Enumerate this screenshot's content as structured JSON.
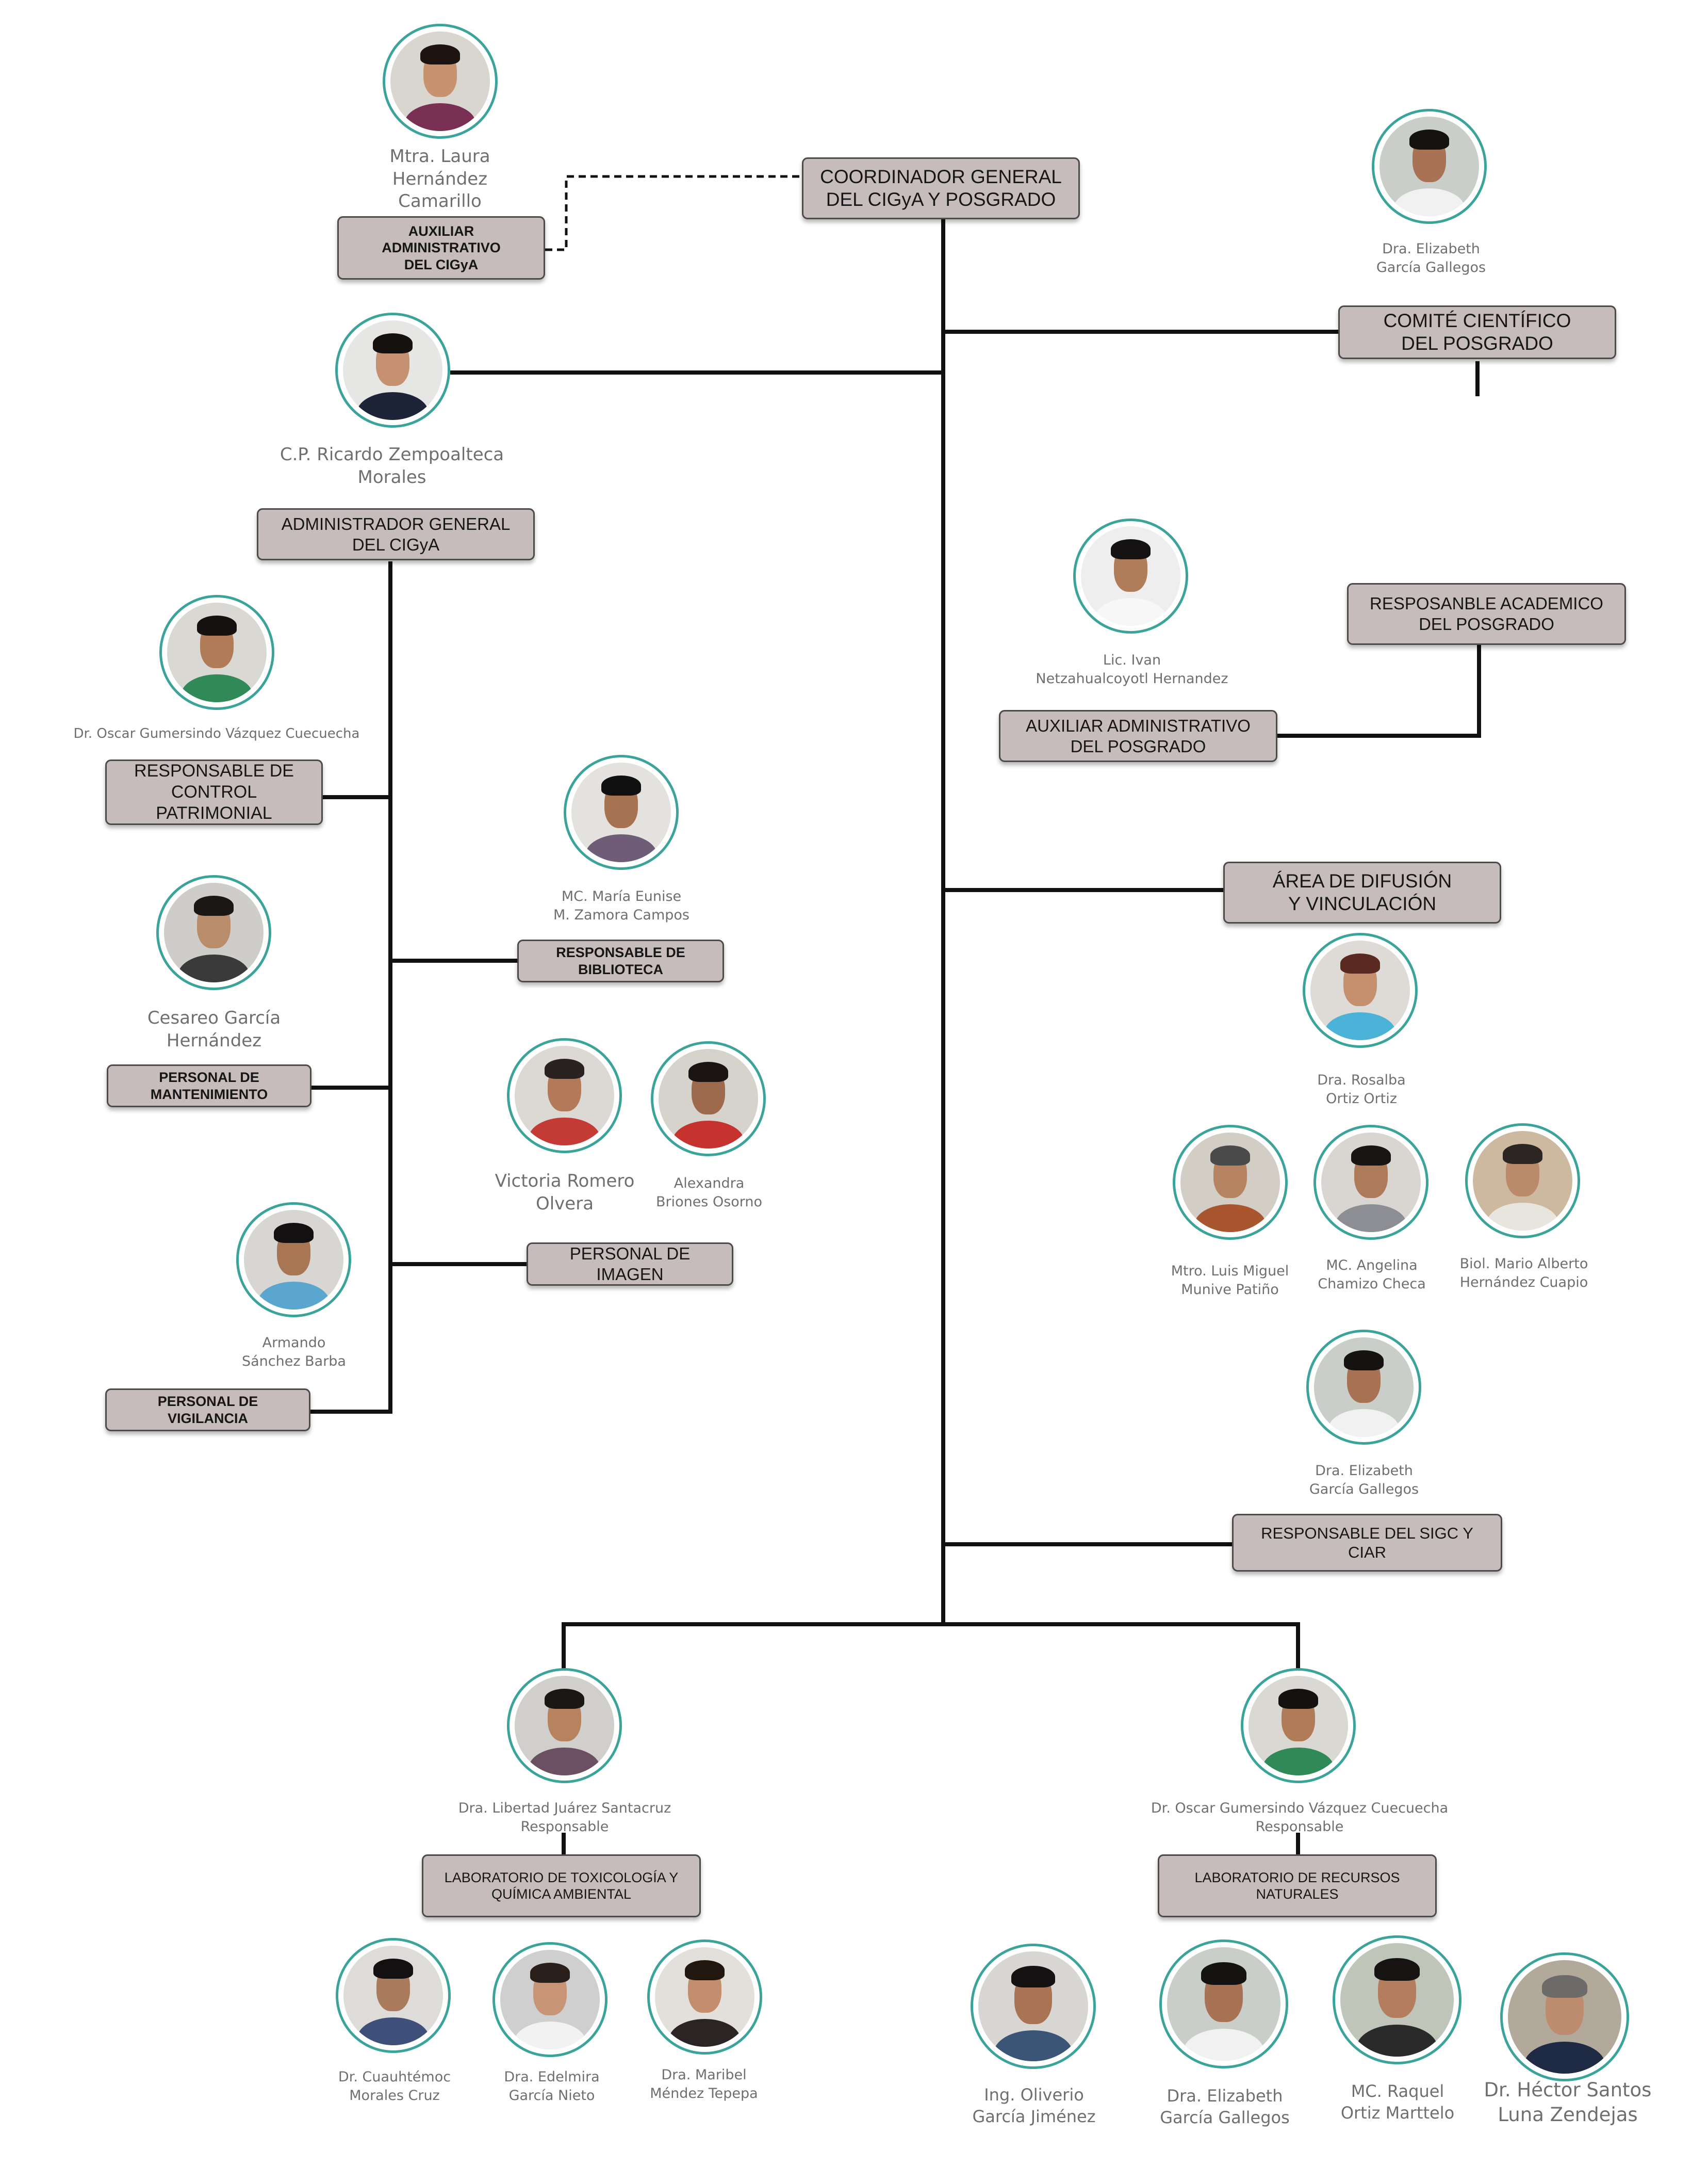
{
  "colors": {
    "line": "#111111",
    "box_fill": "#c6bcbc",
    "box_border": "#4f4a4a",
    "photo_ring": "#3aa39a",
    "name_text": "#6f6f6f"
  },
  "units": {
    "coordinador": "COORDINADOR GENERAL\nDEL CIGyA Y POSGRADO",
    "auxiliar_cigya": "AUXILIAR\nADMINISTRATIVO\nDEL CIGyA",
    "administrador": "ADMINISTRADOR GENERAL\nDEL CIGyA",
    "control_patrimonial": "RESPONSABLE DE\nCONTROL PATRIMONIAL",
    "biblioteca": "RESPONSABLE DE\nBIBLIOTECA",
    "mantenimiento": "PERSONAL DE\nMANTENIMIENTO",
    "imagen": "PERSONAL DE IMAGEN",
    "vigilancia": "PERSONAL DE\nVIGILANCIA",
    "comite": "COMITÉ CIENTÍFICO\nDEL POSGRADO",
    "resp_academico": "RESPOSANBLE ACADEMICO\nDEL POSGRADO",
    "aux_posgrado": "AUXILIAR ADMINISTRATIVO\nDEL POSGRADO",
    "difusion": "ÁREA DE DIFUSIÓN\nY VINCULACIÓN",
    "sigc": "RESPONSABLE DEL SIGC Y CIAR",
    "lab_toxicologia": "LABORATORIO DE TOXICOLOGÍA Y\nQUÍMICA AMBIENTAL",
    "lab_recursos": "LABORATORIO DE RECURSOS\nNATURALES"
  },
  "people": {
    "laura": "Mtra. Laura\nHernández\nCamarillo",
    "ricardo": "C.P. Ricardo Zempoalteca\nMorales",
    "oscar_1": "Dr. Oscar Gumersindo Vázquez Cuecuecha",
    "cesareo": "Cesareo García\nHernández",
    "armando": "Armando\nSánchez Barba",
    "maria": "MC. María Eunise\nM. Zamora Campos",
    "victoria": "Victoria Romero\nOlvera",
    "alexandra": "Alexandra\nBriones Osorno",
    "elizabeth_1": "Dra. Elizabeth\nGarcía Gallegos",
    "ivan": "Lic. Ivan\nNetzahualcoyotl Hernandez",
    "rosalba": "Dra. Rosalba\nOrtiz Ortiz",
    "luis": "Mtro. Luis Miguel\nMunive Patiño",
    "angelina": "MC. Angelina\nChamizo Checa",
    "mario": "Biol. Mario Alberto\nHernández Cuapio",
    "elizabeth_2": "Dra. Elizabeth\nGarcía Gallegos",
    "libertad": "Dra. Libertad Juárez Santacruz\nResponsable",
    "oscar_2": "Dr. Oscar Gumersindo Vázquez Cuecuecha\nResponsable",
    "cuauhtemoc": "Dr. Cuauhtémoc\nMorales Cruz",
    "edelmira": "Dra. Edelmira\nGarcía Nieto",
    "maribel": "Dra. Maribel\nMéndez Tepepa",
    "oliverio": "Ing. Oliverio\nGarcía Jiménez",
    "elizabeth_3": "Dra. Elizabeth\nGarcía Gallegos",
    "raquel": "MC. Raquel\nOrtiz Marttelo",
    "hector": "Dr. Héctor Santos\nLuna Zendejas"
  }
}
